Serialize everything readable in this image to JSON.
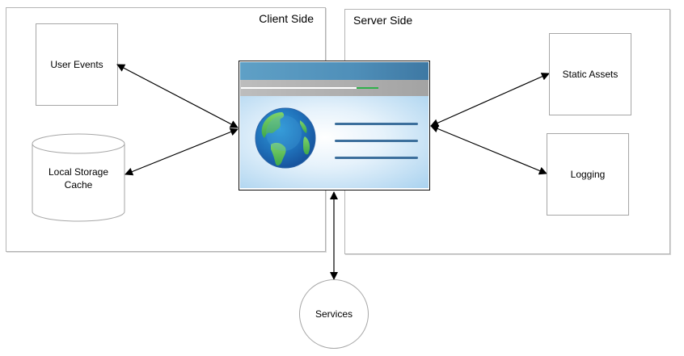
{
  "zones": {
    "client": {
      "title": "Client Side"
    },
    "server": {
      "title": "Server Side"
    }
  },
  "nodes": {
    "user_events": "User Events",
    "local_storage_cache": "Local Storage Cache",
    "static_assets": "Static Assets",
    "logging": "Logging",
    "services": "Services"
  },
  "browser": {
    "icon": "web-browser-globe-icon",
    "colors": {
      "titlebar": "#4f8fb9",
      "toolbar": "#b0b0b0",
      "progress": "#2fb04a",
      "content": "#a9d2ef",
      "text_lines": "#3c6f9c"
    }
  },
  "connections": [
    {
      "from": "browser",
      "to": "User Events",
      "bidirectional": true
    },
    {
      "from": "browser",
      "to": "Local Storage Cache",
      "bidirectional": true
    },
    {
      "from": "browser",
      "to": "Static Assets",
      "bidirectional": true
    },
    {
      "from": "browser",
      "to": "Logging",
      "bidirectional": true
    },
    {
      "from": "browser",
      "to": "Services",
      "bidirectional": true
    }
  ]
}
